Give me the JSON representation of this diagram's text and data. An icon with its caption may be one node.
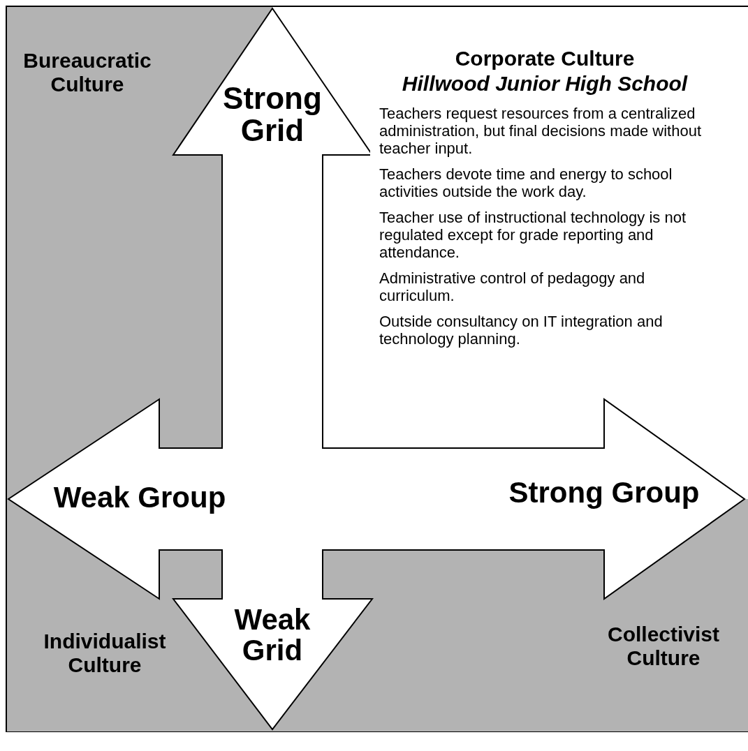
{
  "diagram": {
    "nodes": [
      {
        "text": [
          "Bureaucratic Culture"
        ]
      },
      {
        "text": [
          "Corporate Culture",
          "Hillwood Junior High School",
          "Teachers request resources from a centralized administration, but final decisions made without teacher input.",
          "Teachers devote time and energy to school activities outside the work day.",
          "Teacher use of instructional technology is not regulated except for grade reporting and attendance.",
          "Administrative control of pedagogy and curriculum.",
          "Outside consultancy on IT integration and technology planning."
        ]
      },
      {
        "text": [
          "Individualist Culture"
        ]
      },
      {
        "text": [
          "Collectivist Culture"
        ]
      }
    ],
    "labels": [
      "Strong Grid",
      "Weak Group",
      "Strong Group",
      "Weak Grid"
    ]
  }
}
